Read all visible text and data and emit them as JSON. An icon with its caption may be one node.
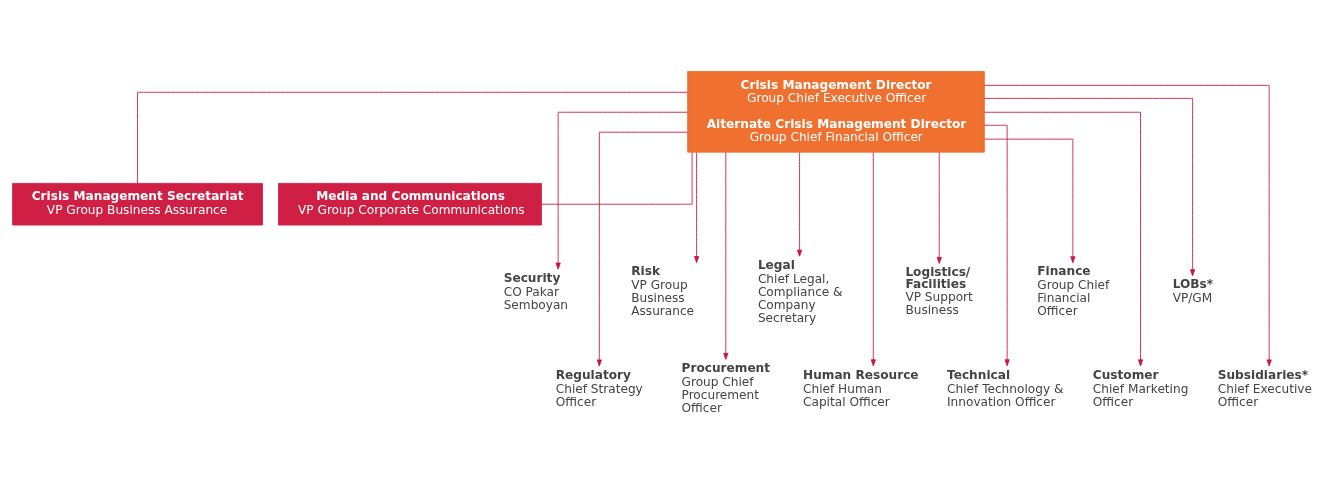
{
  "diagram": {
    "nodes": [
      {
        "text": [
          "Crisis Management Director",
          "Group Chief Executive Officer",
          "Alternate Crisis Management Director",
          "Group Chief Financial Officer"
        ]
      },
      {
        "text": [
          "Crisis Management Secretariat",
          "VP Group Business Assurance"
        ]
      },
      {
        "text": [
          "Media and Communications",
          "VP Group Corporate Communications"
        ]
      },
      {
        "text": [
          "Security",
          "CO Pakar Semboyan"
        ]
      },
      {
        "text": [
          "Regulatory",
          "Chief Strategy Officer"
        ]
      },
      {
        "text": [
          "Risk",
          "VP Group Business Assurance"
        ]
      },
      {
        "text": [
          "Procurement",
          "Group Chief Procurement Officer"
        ]
      },
      {
        "text": [
          "Legal",
          "Chief Legal, Compliance & Company Secretary"
        ]
      },
      {
        "text": [
          "Human Resource",
          "Chief Human Capital Officer"
        ]
      },
      {
        "text": [
          "Logistics/ Facilities",
          "VP Support Business"
        ]
      },
      {
        "text": [
          "Technical",
          "Chief Technology & Innovation Officer"
        ]
      },
      {
        "text": [
          "Finance",
          "Group Chief Financial Officer"
        ]
      },
      {
        "text": [
          "Customer",
          "Chief Marketing Officer"
        ]
      },
      {
        "text": [
          "LOBs*",
          "VP/GM"
        ]
      },
      {
        "text": [
          "Subsidiaries*",
          "Chief Executive Officer"
        ]
      }
    ],
    "edges": [
      {
        "from": 0,
        "to": 1,
        "arrow": "none"
      },
      {
        "from": 0,
        "to": 2,
        "arrow": "none"
      },
      {
        "from": 0,
        "to": 3,
        "arrow": "to"
      },
      {
        "from": 0,
        "to": 4,
        "arrow": "to"
      },
      {
        "from": 0,
        "to": 5,
        "arrow": "to"
      },
      {
        "from": 0,
        "to": 6,
        "arrow": "to"
      },
      {
        "from": 0,
        "to": 7,
        "arrow": "to"
      },
      {
        "from": 0,
        "to": 8,
        "arrow": "to"
      },
      {
        "from": 0,
        "to": 9,
        "arrow": "to"
      },
      {
        "from": 0,
        "to": 10,
        "arrow": "to"
      },
      {
        "from": 0,
        "to": 11,
        "arrow": "to"
      },
      {
        "from": 0,
        "to": 12,
        "arrow": "to"
      },
      {
        "from": 0,
        "to": 13,
        "arrow": "to"
      },
      {
        "from": 0,
        "to": 14,
        "arrow": "to"
      }
    ]
  }
}
